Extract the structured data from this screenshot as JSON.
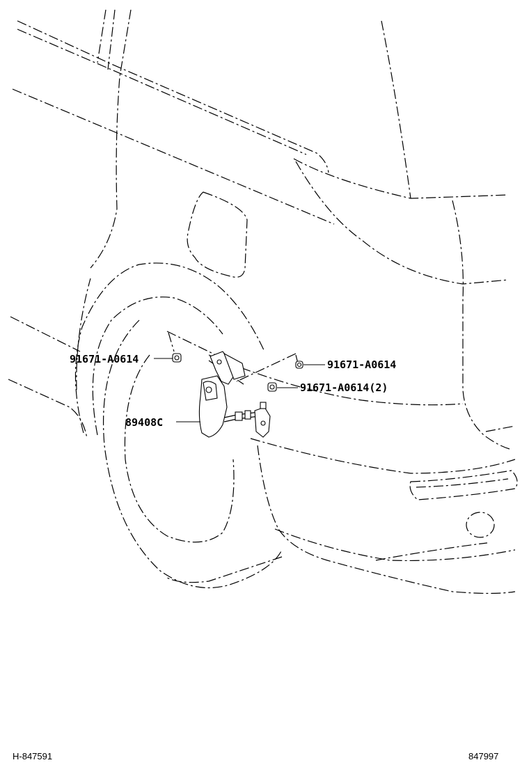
{
  "callouts": {
    "bolt_left": "91671-A0614",
    "bolt_right_upper": "91671-A0614",
    "bolt_right_lower": "91671-A0614(2)",
    "sensor": "89408C"
  },
  "footer": {
    "left_code": "H-847591",
    "right_code": "847997"
  }
}
